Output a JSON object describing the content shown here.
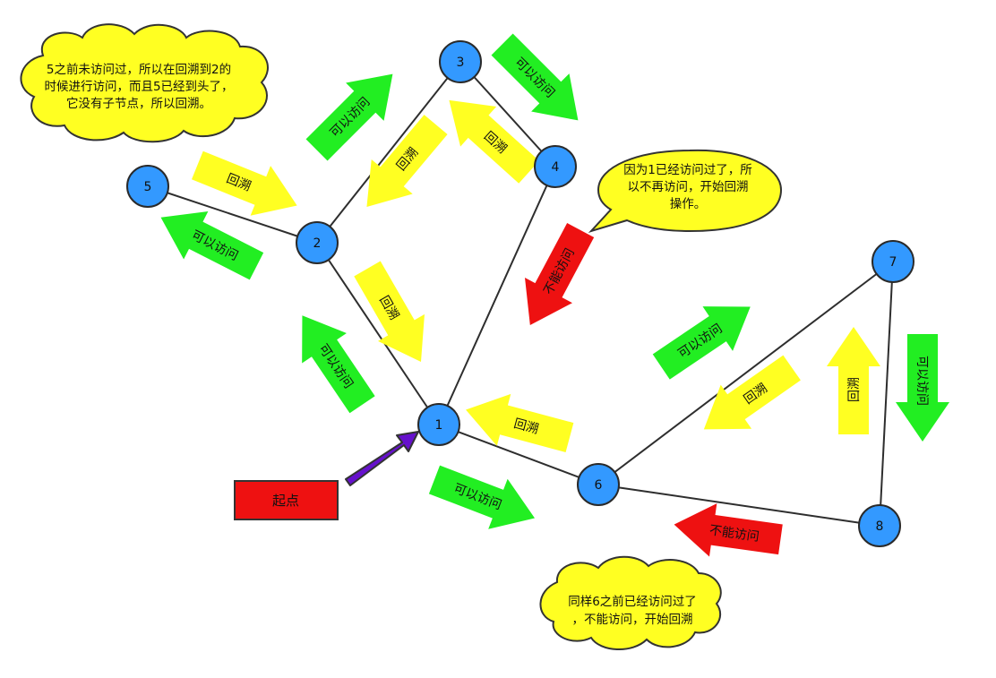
{
  "colors": {
    "node_fill": "#3399ff",
    "edge": "#2e2e2e",
    "visit_arrow": "#22ee22",
    "backtrack_arrow": "#ffff22",
    "blocked_arrow": "#ee1111",
    "start_arrow": "#6611cc",
    "start_box": "#ee1111",
    "bubble_fill": "#ffff22"
  },
  "nodes": [
    {
      "id": "1",
      "label": "1"
    },
    {
      "id": "2",
      "label": "2"
    },
    {
      "id": "3",
      "label": "3"
    },
    {
      "id": "4",
      "label": "4"
    },
    {
      "id": "5",
      "label": "5"
    },
    {
      "id": "6",
      "label": "6"
    },
    {
      "id": "7",
      "label": "7"
    },
    {
      "id": "8",
      "label": "8"
    }
  ],
  "edges": [
    {
      "from": "1",
      "to": "2"
    },
    {
      "from": "2",
      "to": "5"
    },
    {
      "from": "2",
      "to": "3"
    },
    {
      "from": "3",
      "to": "4"
    },
    {
      "from": "4",
      "to": "1"
    },
    {
      "from": "1",
      "to": "6"
    },
    {
      "from": "6",
      "to": "7"
    },
    {
      "from": "7",
      "to": "8"
    },
    {
      "from": "8",
      "to": "6"
    }
  ],
  "start": {
    "label": "起点"
  },
  "arrow_labels": {
    "visit": "可以访问",
    "backtrack": "回溯",
    "blocked": "不能访问"
  },
  "notes": {
    "note_5": [
      "5之前未访问过，所以在回溯到2的",
      "时候进行访问，而且5已经到头了，",
      "它没有子节点，所以回溯。"
    ],
    "note_1": [
      "因为1已经访问过了，所",
      "以不再访问，开始回溯",
      "操作。"
    ],
    "note_6": [
      "同样6之前已经访问过了",
      "，不能访问，开始回溯"
    ]
  }
}
